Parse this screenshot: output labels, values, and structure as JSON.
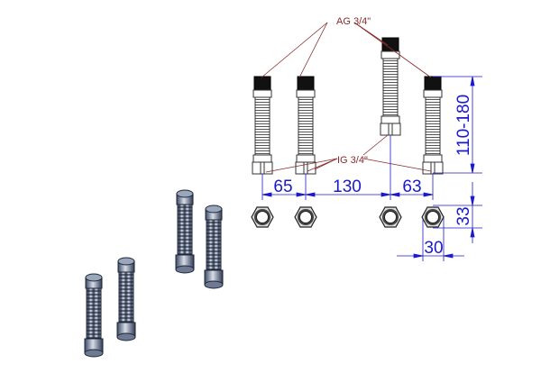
{
  "labels": {
    "male_thread": "AG 3/4\"",
    "female_thread": "IG 3/4\""
  },
  "dimensions": {
    "spacing_1": "65",
    "spacing_2": "130",
    "spacing_3": "63",
    "length_range": "110-180",
    "nut_height": "33",
    "nut_width": "30"
  },
  "colors": {
    "dimension": "#1a1acc",
    "leader": "#8a2a2a"
  }
}
